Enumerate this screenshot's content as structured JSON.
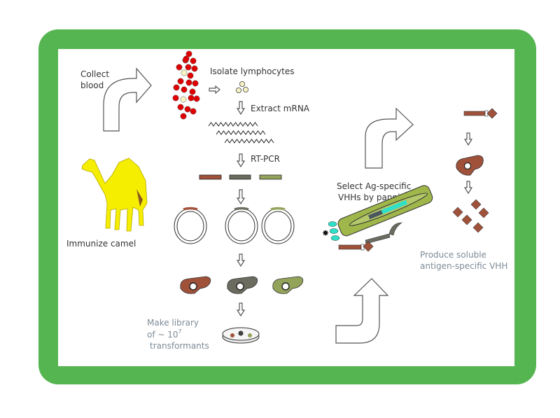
{
  "colors": {
    "frame": "#55b550",
    "blood_red": "#e00000",
    "brown": "#a0513a",
    "gray": "#6b6b60",
    "olive": "#93a35a",
    "camel": "#f5ee00",
    "tube": "#9fb64a",
    "cyan": "#2fe0c8"
  },
  "labels": {
    "collect_blood": [
      "Collect",
      "blood"
    ],
    "isolate_lymphocytes": "Isolate lymphocytes",
    "extract_mrna": "Extract mRNA",
    "rt_pcr": "RT-PCR",
    "immunize_camel": "Immunize camel",
    "make_library": [
      "Make library",
      "of ~ 10",
      "7",
      "transformants"
    ],
    "select": [
      "Select Ag-specific",
      "VHHs by panning"
    ],
    "produce": [
      "Produce soluble",
      "antigen-specific VHH"
    ]
  }
}
